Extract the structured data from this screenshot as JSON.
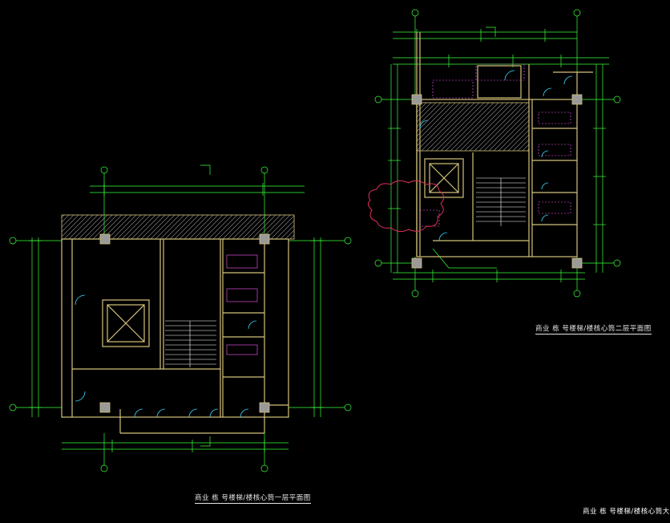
{
  "drawings": [
    {
      "id": "plan-1",
      "title": "商业  栋 号楼梯/楼核心筒一层平面图"
    },
    {
      "id": "plan-2",
      "title": "商业  栋 号楼梯/楼核心筒二层平面图"
    },
    {
      "id": "detail",
      "title": "商业  栋 号楼梯/楼核心筒大样"
    }
  ],
  "colors": {
    "background": "#000000",
    "wall": "#d4c27a",
    "dimension": "#39ff39",
    "axis": "#39ff39",
    "room_label": "#ff60ff",
    "text": "#ffffff",
    "hatch": "#9a9a9a",
    "revision_cloud": "#e0305c",
    "stair": "#ffffff"
  }
}
